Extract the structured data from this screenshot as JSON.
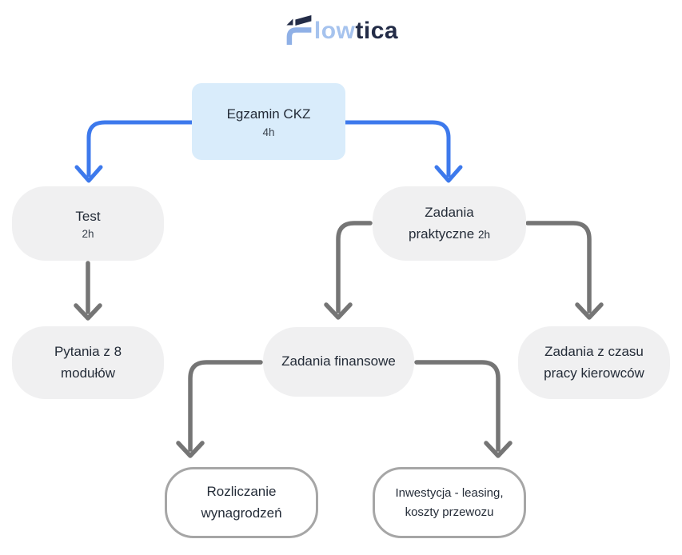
{
  "logo": {
    "brand": "Flowtica",
    "text_light": "low",
    "text_dark": "tica",
    "icon": "flowtica-f-logo-icon"
  },
  "colors": {
    "accent_blue": "#3d79ec",
    "arrow_gray": "#757575",
    "root_node_bg": "#d9ecfb",
    "gray_node_bg": "#f0f0f1",
    "outline_node_border": "#a6a6a6",
    "logo_light_blue": "#a6c3ee",
    "logo_navy": "#232c47",
    "text_dark": "#242c38"
  },
  "nodes": {
    "egzamin": {
      "title": "Egzamin CKZ",
      "duration": "4h"
    },
    "test": {
      "title": "Test",
      "duration": "2h"
    },
    "praktyczne": {
      "line1": "Zadania",
      "line2": "praktyczne",
      "duration": "2h"
    },
    "pytania": {
      "line1": "Pytania z 8",
      "line2": "modułów"
    },
    "finansowe": {
      "title": "Zadania finansowe"
    },
    "czas": {
      "line1": "Zadania z czasu",
      "line2": "pracy kierowców"
    },
    "rozliczanie": {
      "line1": "Rozliczanie",
      "line2": "wynagrodzeń"
    },
    "inwestycja": {
      "line1": "Inwestycja - leasing,",
      "line2": "koszty przewozu"
    }
  },
  "edges": {
    "egzamin_to_test": "Egzamin CKZ → Test",
    "egzamin_to_praktyczne": "Egzamin CKZ → Zadania praktyczne",
    "test_to_pytania": "Test → Pytania z 8 modułów",
    "praktyczne_to_finansowe": "Zadania praktyczne → Zadania finansowe",
    "praktyczne_to_czas": "Zadania praktyczne → Zadania z czasu pracy kierowców",
    "finansowe_to_rozliczanie": "Zadania finansowe → Rozliczanie wynagrodzeń",
    "finansowe_to_inwestycja": "Zadania finansowe → Inwestycja - leasing, koszty przewozu"
  }
}
